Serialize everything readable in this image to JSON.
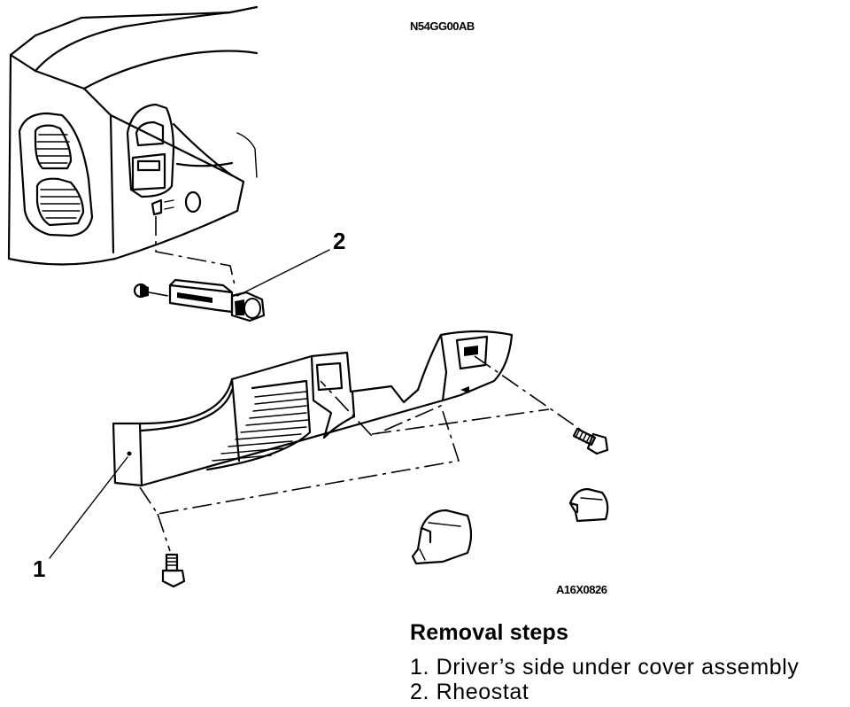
{
  "document_code": "N54GG00AB",
  "figure_code": "A16X0826",
  "callouts": {
    "part1": "1",
    "part2": "2"
  },
  "removal": {
    "title": "Removal steps",
    "steps": [
      "1. Driver’s side under cover assembly",
      "2. Rheostat"
    ]
  },
  "parts": [
    {
      "number": "1",
      "name": "under-cover-assembly"
    },
    {
      "number": "2",
      "name": "rheostat"
    }
  ]
}
